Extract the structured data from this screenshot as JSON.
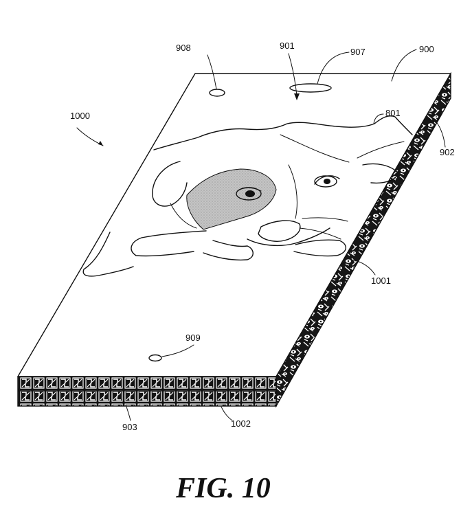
{
  "figure": {
    "caption": "FIG. 10",
    "labels": {
      "ref_1000": "1000",
      "ref_908": "908",
      "ref_901": "901",
      "ref_907": "907",
      "ref_900": "900",
      "ref_801": "801",
      "ref_902": "902",
      "ref_1001": "1001",
      "ref_909": "909",
      "ref_903": "903",
      "ref_1002": "1002"
    }
  },
  "colors": {
    "ink": "#111111",
    "paper": "#ffffff",
    "shading": "#c4c4c4"
  }
}
